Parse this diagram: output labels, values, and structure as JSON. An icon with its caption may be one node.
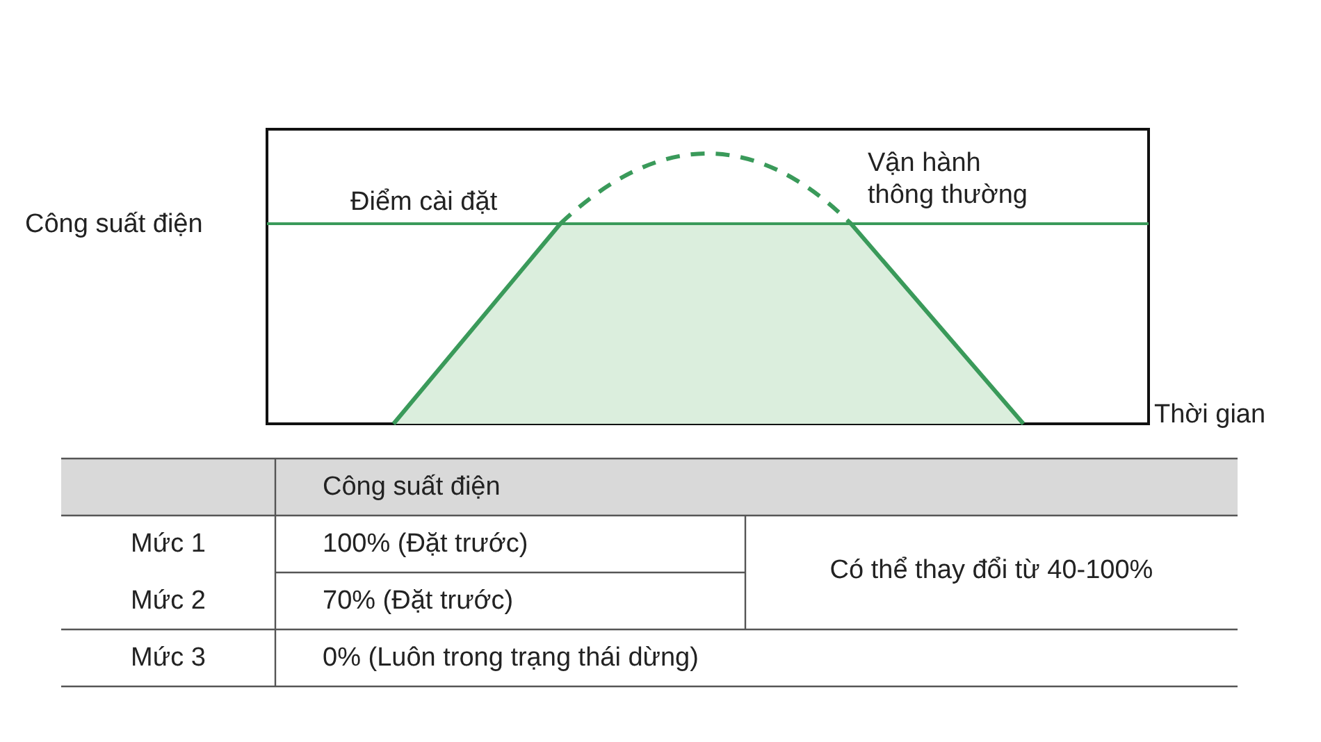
{
  "diagram": {
    "labels": [
      "Công suất điện",
      "Điểm cài đặt",
      "Vận hành thông thường",
      "Thời gian",
      "Công suất điện",
      "Mức 1",
      "100% (Đặt trước)",
      "Có thể thay đổi từ 40-100%",
      "Mức 2",
      "70% (Đặt trước)",
      "Mức 3",
      "0% (Luôn trong trạng thái dừng)"
    ]
  }
}
